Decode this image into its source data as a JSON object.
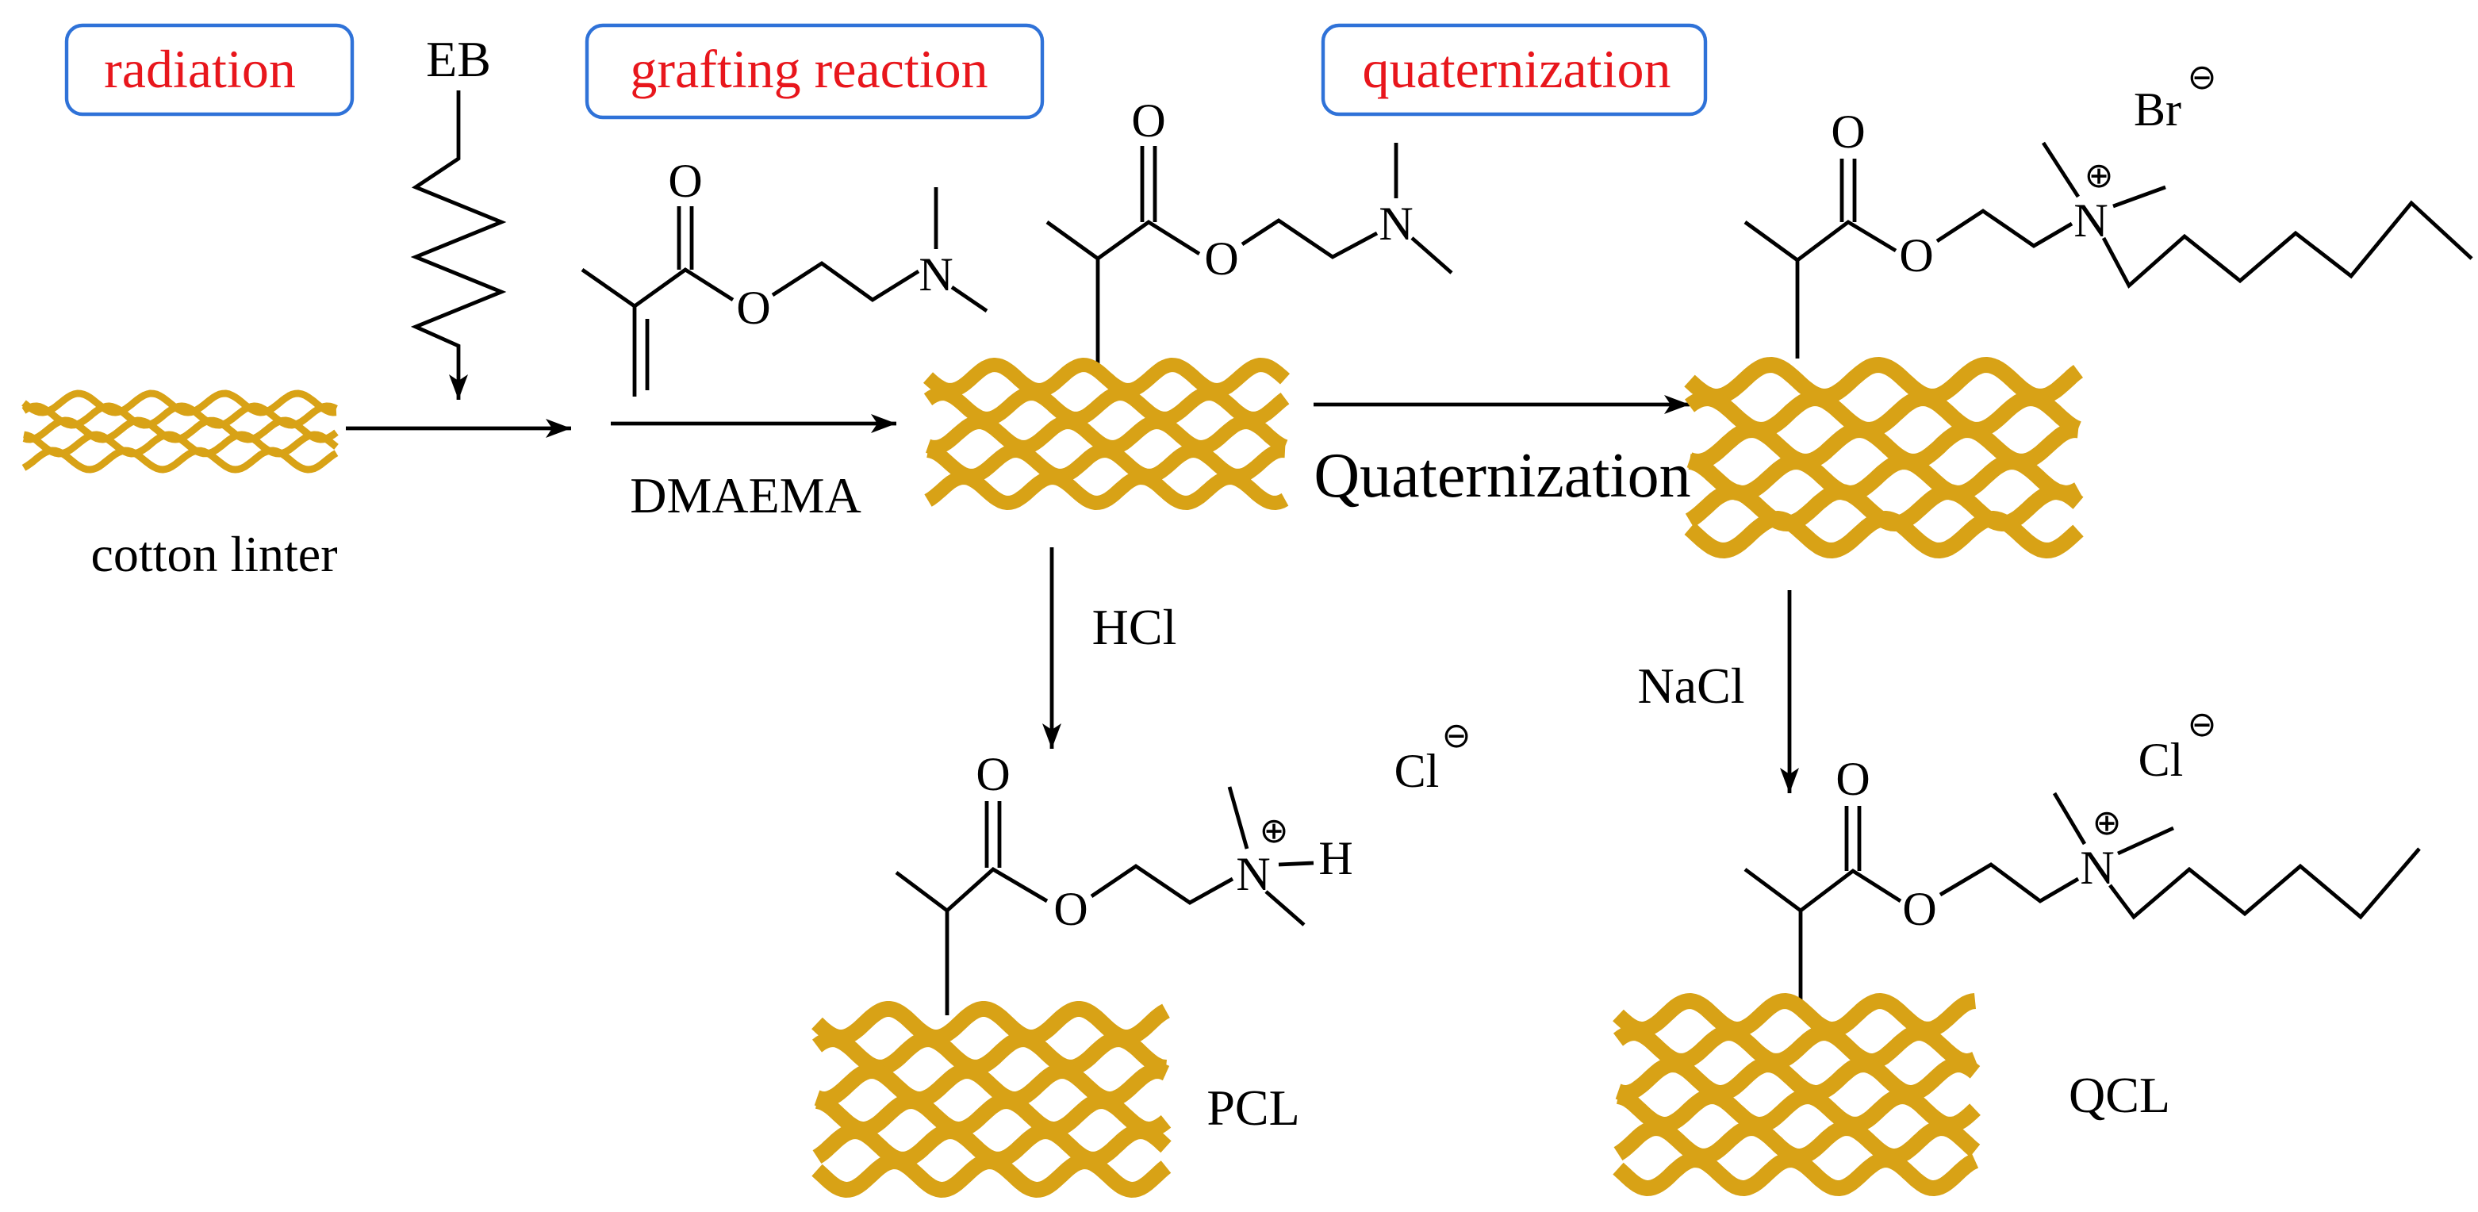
{
  "colors": {
    "fiber": "#D8A216",
    "box_border": "#2F72D8",
    "box_text": "#E8161C",
    "ink": "#000000"
  },
  "steps": {
    "radiation": "radiation",
    "grafting": "grafting reaction",
    "quaternization": "quaternization"
  },
  "reagents": {
    "radiation_source": "EB",
    "monomer": "DMAEMA",
    "quaternization_step": "Quaternization",
    "acid": "HCl",
    "salt": "NaCl"
  },
  "materials": {
    "starting_material": "cotton linter",
    "protonated_product": "PCL",
    "quaternized_product": "QCL"
  },
  "atoms": {
    "oxygen": "O",
    "nitrogen": "N",
    "hydrogen": "H",
    "bromine": "Br",
    "chlorine": "Cl",
    "positive_charge": "⊕",
    "negative_charge": "⊖"
  }
}
